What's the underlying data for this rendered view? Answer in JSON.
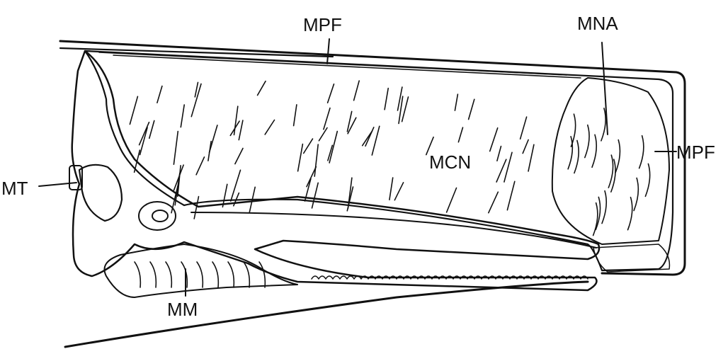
{
  "diagram": {
    "labels": {
      "mpf_top": "MPF",
      "mna": "MNA",
      "mpf_right": "MPF",
      "mt": "MT",
      "mcn": "MCN",
      "mm": "MM"
    }
  },
  "colors": {
    "ink": "#111111",
    "paper": "#ffffff"
  }
}
